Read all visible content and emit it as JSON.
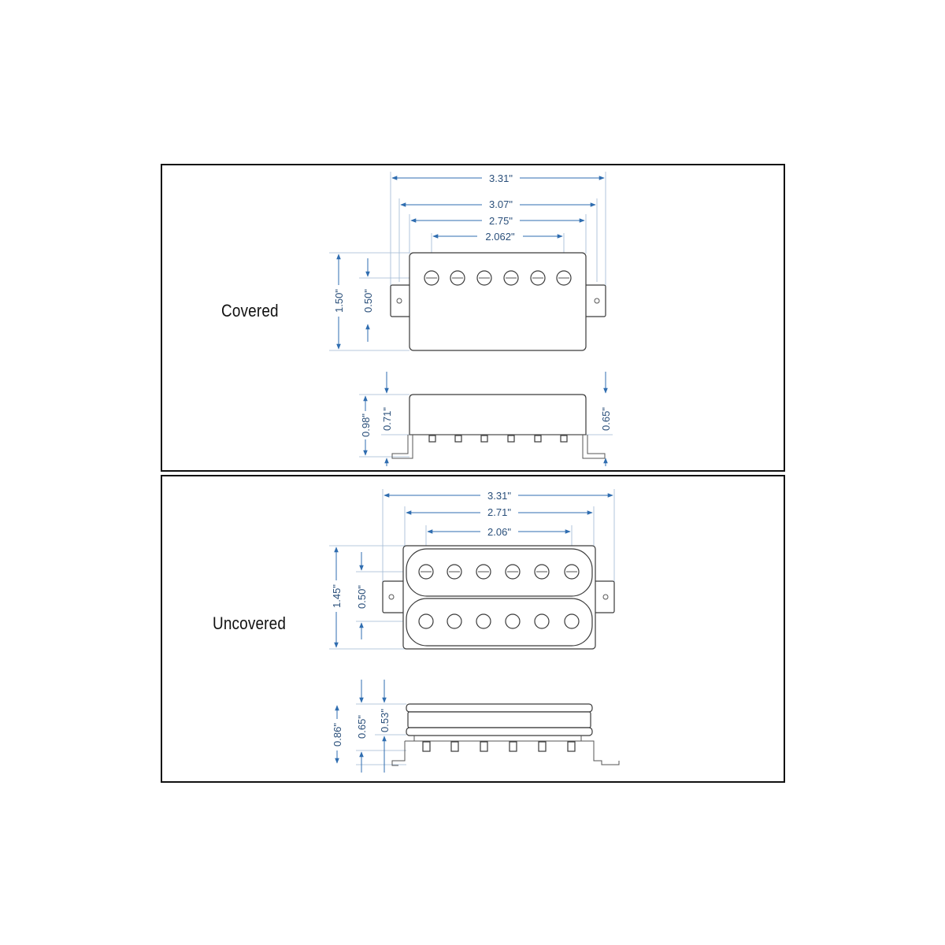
{
  "panels": {
    "covered": {
      "label": "Covered",
      "top_view": {
        "width_overall": "3.31\"",
        "width_mount": "3.07\"",
        "width_cover": "2.75\"",
        "pole_spacing": "2.062\"",
        "height_total": "1.50\"",
        "pole_offset": "0.50\""
      },
      "side_view": {
        "height_total": "0.98\"",
        "height_cover": "0.71\"",
        "height_right": "0.65\""
      }
    },
    "uncovered": {
      "label": "Uncovered",
      "top_view": {
        "width_overall": "3.31\"",
        "width_bobbin": "2.71\"",
        "pole_spacing": "2.06\"",
        "height_total": "1.45\"",
        "pole_offset": "0.50\""
      },
      "side_view": {
        "height_total": "0.86\"",
        "height_mid": "0.65\"",
        "height_bobbin": "0.53\""
      }
    }
  },
  "colors": {
    "dimension_line": "#2f6db0",
    "dimension_text": "#2a4f7a",
    "outline": "#3a3a3a",
    "frame": "#111111"
  }
}
